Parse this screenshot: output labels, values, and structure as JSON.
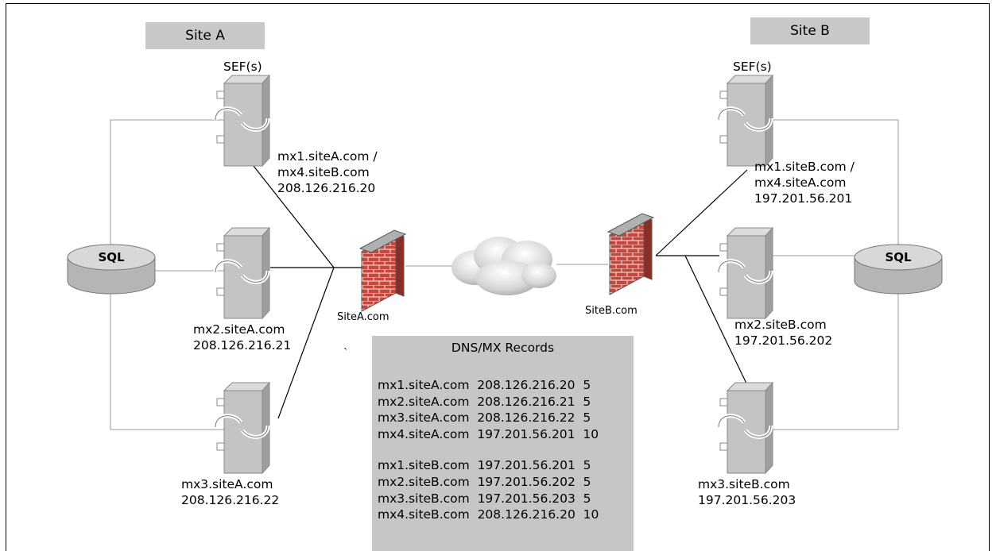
{
  "site_a": {
    "title": "Site A",
    "sef_label": "SEF(s)",
    "db_label": "SQL",
    "domain_label": "SiteA.com",
    "servers": [
      {
        "name": "mx1.siteA.com /",
        "name2": "mx4.siteB.com",
        "ip": "208.126.216.20"
      },
      {
        "name": "mx2.siteA.com",
        "ip": "208.126.216.21"
      },
      {
        "name": "mx3.siteA.com",
        "ip": "208.126.216.22"
      }
    ]
  },
  "site_b": {
    "title": "Site B",
    "sef_label": "SEF(s)",
    "db_label": "SQL",
    "domain_label": "SiteB.com",
    "servers": [
      {
        "name": "mx1.siteB.com /",
        "name2": "mx4.siteA.com",
        "ip": "197.201.56.201"
      },
      {
        "name": "mx2.siteB.com",
        "ip": "197.201.56.202"
      },
      {
        "name": "mx3.siteB.com",
        "ip": "197.201.56.203"
      }
    ]
  },
  "stray_mark": "`",
  "dns": {
    "title": "DNS/MX Records",
    "group_a": [
      "mx1.siteA.com  208.126.216.20  5",
      "mx2.siteA.com  208.126.216.21  5",
      "mx3.siteA.com  208.126.216.22  5",
      "mx4.siteA.com  197.201.56.201  10"
    ],
    "group_b": [
      "mx1.siteB.com  197.201.56.201  5",
      "mx2.siteB.com  197.201.56.202  5",
      "mx3.siteB.com  197.201.56.203  5",
      "mx4.siteB.com  208.126.216.20  10"
    ]
  },
  "colors": {
    "firewall_brick": "#c8473a",
    "firewall_top": "#b0b0b0",
    "server_body": "#c4c4c4",
    "label_box": "#c8c8c8",
    "dns_box": "#c6c6c6"
  }
}
